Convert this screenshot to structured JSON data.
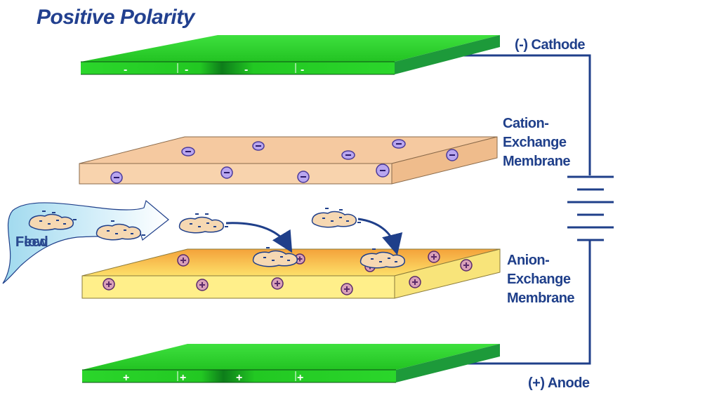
{
  "title": "Positive Polarity",
  "labels": {
    "cathode": "(-) Cathode",
    "anode": "(+) Anode",
    "cation_line1": "Cation-",
    "cation_line2": "Exchange",
    "cation_line3": "Membrane",
    "anion_line1": "Anion-",
    "anion_line2": "Exchange",
    "anion_line3": "Membrane",
    "feed_line1": "Feed",
    "feed_line2": "Flow"
  },
  "signs": {
    "negative": "-",
    "positive": "+"
  },
  "colors": {
    "title": "#22408f",
    "label": "#1f3f8a",
    "electrode": "#22cc22",
    "cation_membrane": "#f5c9a0",
    "anion_membrane": "#ffef8a",
    "wire": "#1f3f8a",
    "ion_fill": "#b9a6ef"
  }
}
